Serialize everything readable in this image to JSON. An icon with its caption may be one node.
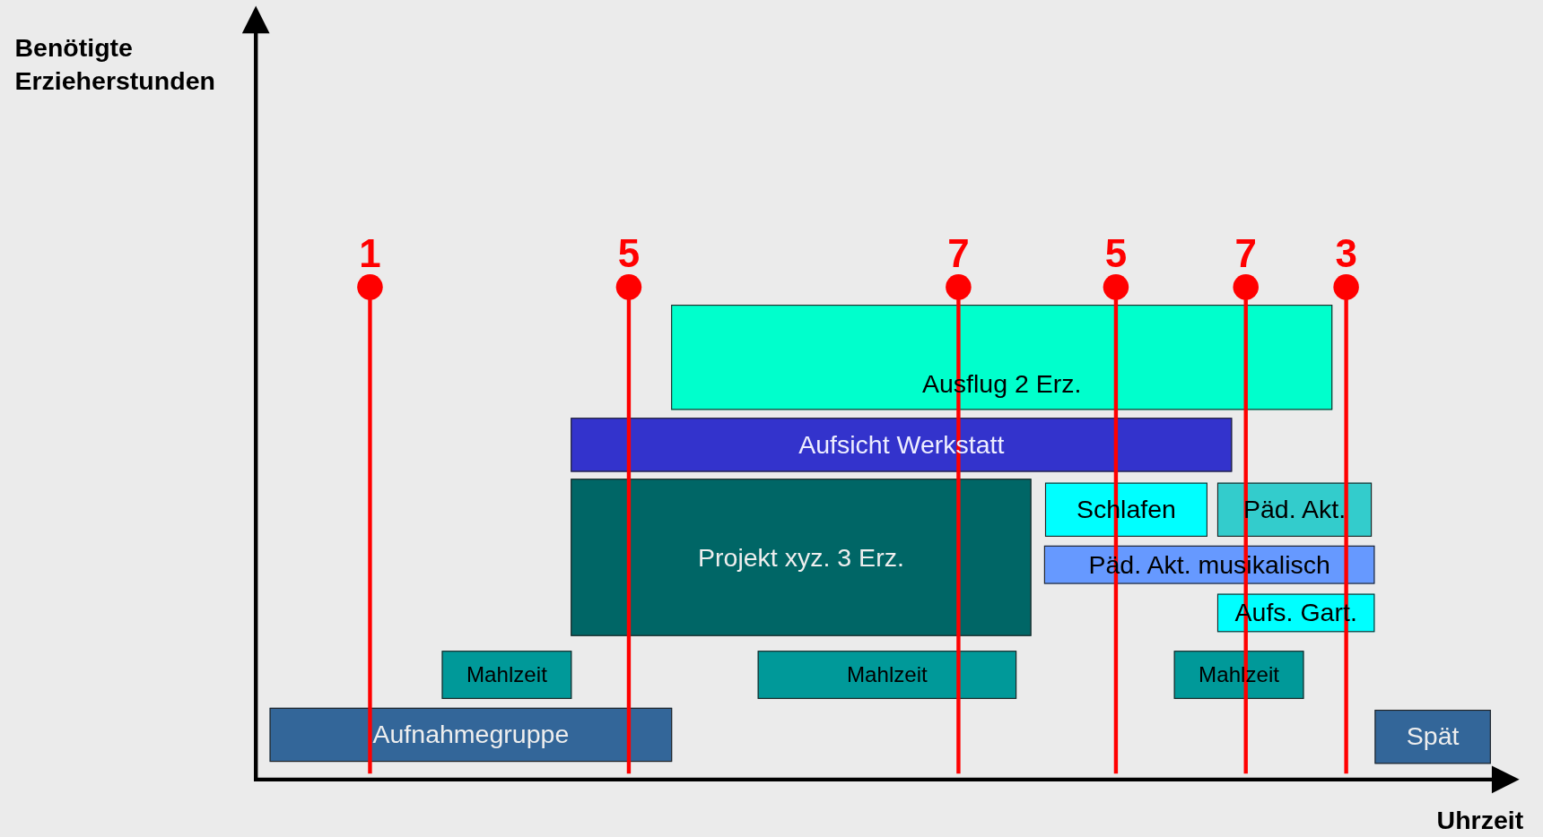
{
  "diagram": {
    "nodes": [
      {
        "text": [
          "Ausflug 2 Erz."
        ]
      },
      {
        "text": [
          "Aufsicht Werkstatt"
        ]
      },
      {
        "text": [
          "Projekt xyz. 3 Erz."
        ]
      },
      {
        "text": [
          "Schlafen"
        ]
      },
      {
        "text": [
          "Päd. Akt."
        ]
      },
      {
        "text": [
          "Päd. Akt. musikalisch"
        ]
      },
      {
        "text": [
          "Aufs. Gart."
        ]
      },
      {
        "text": [
          "Mahlzeit"
        ]
      },
      {
        "text": [
          "Mahlzeit"
        ]
      },
      {
        "text": [
          "Mahlzeit"
        ]
      },
      {
        "text": [
          "Aufnahmegruppe"
        ]
      },
      {
        "text": [
          "Spät"
        ]
      }
    ],
    "edges": [],
    "labels": [
      "Benötigte Erzieherstunden",
      "1",
      "5",
      "7",
      "5",
      "7",
      "3",
      "Uhrzeit"
    ]
  }
}
